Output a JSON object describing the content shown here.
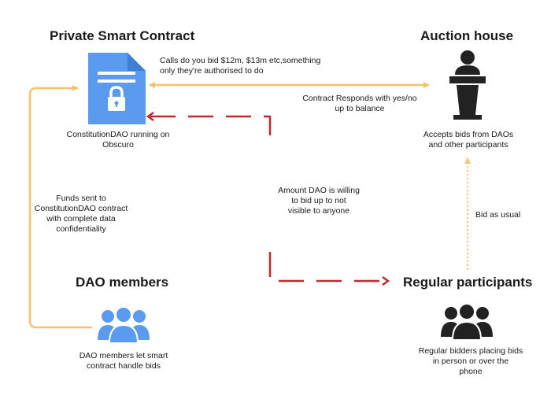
{
  "colors": {
    "orange": "#F6C270",
    "red": "#C1272D",
    "blue": "#5A9BF0",
    "dark": "#222222"
  },
  "nodes": {
    "contract": {
      "title": "Private Smart Contract",
      "caption": "ConstitutionDAO running on\nObscuro",
      "icon": "locked-document-icon"
    },
    "auction": {
      "title": "Auction house",
      "caption": "Accepts bids from DAOs\nand other participants",
      "icon": "lectern-speaker-icon"
    },
    "dao": {
      "title": "DAO members",
      "caption": "DAO members let smart\ncontract handle bids",
      "icon": "group-users-icon"
    },
    "participants": {
      "title": "Regular participants",
      "caption": "Regular bidders placing bids\nin person or over the\nphone",
      "icon": "group-users-icon"
    }
  },
  "edges": {
    "calls": "Calls do you bid $12m, $13m etc,something\nonly they're authorised to do",
    "responds": "Contract Responds with yes/no\nup to balance",
    "funds": "Funds sent to\nConstitutionDAO contract\nwith complete data\nconfidentiality",
    "hidden": "Amount DAO is willing\nto bid up to not\nvisible to anyone",
    "bid": "Bid as usual"
  }
}
